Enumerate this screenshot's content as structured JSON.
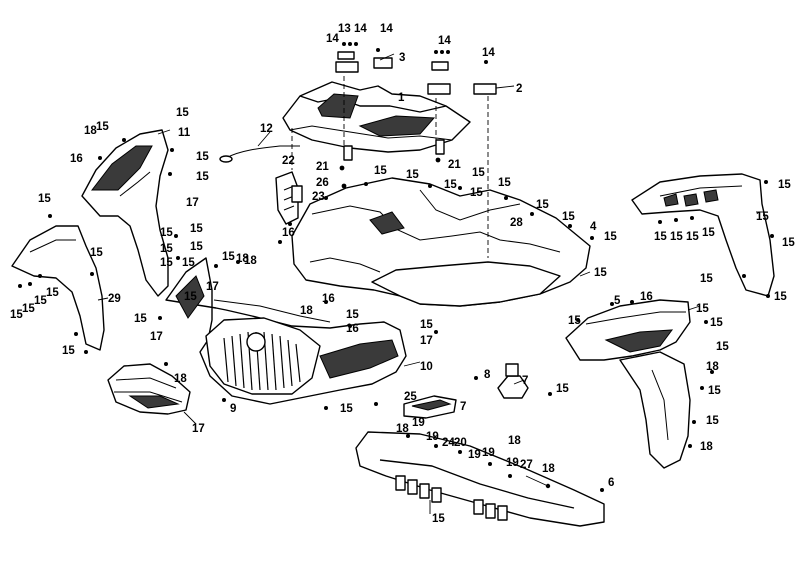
{
  "callouts": [
    {
      "id": "c1",
      "text": "14"
    },
    {
      "id": "c2",
      "text": "13"
    },
    {
      "id": "c3",
      "text": "14"
    },
    {
      "id": "c4",
      "text": "14"
    },
    {
      "id": "c5",
      "text": "3"
    },
    {
      "id": "c6",
      "text": "1"
    },
    {
      "id": "c7",
      "text": "14"
    },
    {
      "id": "c8",
      "text": "14"
    },
    {
      "id": "c9",
      "text": "2"
    },
    {
      "id": "c10",
      "text": "12"
    },
    {
      "id": "c11",
      "text": "22"
    },
    {
      "id": "c12",
      "text": "21"
    },
    {
      "id": "c13",
      "text": "26"
    },
    {
      "id": "c14",
      "text": "23"
    },
    {
      "id": "c15",
      "text": "16"
    },
    {
      "id": "c16",
      "text": "21"
    },
    {
      "id": "c17",
      "text": "15"
    },
    {
      "id": "c18",
      "text": "18"
    },
    {
      "id": "c19",
      "text": "15"
    },
    {
      "id": "c20",
      "text": "11"
    },
    {
      "id": "c21",
      "text": "16"
    },
    {
      "id": "c22",
      "text": "15"
    },
    {
      "id": "c23",
      "text": "15"
    },
    {
      "id": "c24",
      "text": "15"
    },
    {
      "id": "c25",
      "text": "15"
    },
    {
      "id": "c26",
      "text": "15"
    },
    {
      "id": "c27",
      "text": "15"
    },
    {
      "id": "c28",
      "text": "29"
    },
    {
      "id": "c29",
      "text": "15"
    },
    {
      "id": "c30",
      "text": "15"
    },
    {
      "id": "c31",
      "text": "15"
    },
    {
      "id": "c32",
      "text": "15"
    },
    {
      "id": "c33",
      "text": "15"
    },
    {
      "id": "c34",
      "text": "15"
    },
    {
      "id": "c35",
      "text": "15"
    },
    {
      "id": "c36",
      "text": "15"
    },
    {
      "id": "c37",
      "text": "17"
    },
    {
      "id": "c38",
      "text": "17"
    },
    {
      "id": "c39",
      "text": "18"
    },
    {
      "id": "c40",
      "text": "16"
    },
    {
      "id": "c41",
      "text": "18"
    },
    {
      "id": "c42",
      "text": "15"
    },
    {
      "id": "c43",
      "text": "16"
    },
    {
      "id": "c44",
      "text": "15"
    },
    {
      "id": "c45",
      "text": "17"
    },
    {
      "id": "c46",
      "text": "10"
    },
    {
      "id": "c47",
      "text": "18"
    },
    {
      "id": "c48",
      "text": "18"
    },
    {
      "id": "c49",
      "text": "9"
    },
    {
      "id": "c50",
      "text": "17"
    },
    {
      "id": "c51",
      "text": "15"
    },
    {
      "id": "c52",
      "text": "25"
    },
    {
      "id": "c53",
      "text": "7"
    },
    {
      "id": "c54",
      "text": "8"
    },
    {
      "id": "c55",
      "text": "7"
    },
    {
      "id": "c56",
      "text": "15"
    },
    {
      "id": "c57",
      "text": "15"
    },
    {
      "id": "c58",
      "text": "15"
    },
    {
      "id": "c59",
      "text": "15"
    },
    {
      "id": "c60",
      "text": "15"
    },
    {
      "id": "c61",
      "text": "15"
    },
    {
      "id": "c62",
      "text": "15"
    },
    {
      "id": "c63",
      "text": "15"
    },
    {
      "id": "c64",
      "text": "4"
    },
    {
      "id": "c65",
      "text": "15"
    },
    {
      "id": "c66",
      "text": "15"
    },
    {
      "id": "c67",
      "text": "15"
    },
    {
      "id": "c68",
      "text": "28"
    },
    {
      "id": "c69",
      "text": "15"
    },
    {
      "id": "c70",
      "text": "15"
    },
    {
      "id": "c71",
      "text": "15"
    },
    {
      "id": "c72",
      "text": "15"
    },
    {
      "id": "c73",
      "text": "15"
    },
    {
      "id": "c74",
      "text": "15"
    },
    {
      "id": "c75",
      "text": "15"
    },
    {
      "id": "c76",
      "text": "15"
    },
    {
      "id": "c77",
      "text": "15"
    },
    {
      "id": "c78",
      "text": "5"
    },
    {
      "id": "c79",
      "text": "15"
    },
    {
      "id": "c80",
      "text": "16"
    },
    {
      "id": "c81",
      "text": "15"
    },
    {
      "id": "c82",
      "text": "15"
    },
    {
      "id": "c83",
      "text": "15"
    },
    {
      "id": "c84",
      "text": "18"
    },
    {
      "id": "c85",
      "text": "15"
    },
    {
      "id": "c86",
      "text": "15"
    },
    {
      "id": "c87",
      "text": "18"
    },
    {
      "id": "c88",
      "text": "18"
    },
    {
      "id": "c89",
      "text": "19"
    },
    {
      "id": "c90",
      "text": "19"
    },
    {
      "id": "c91",
      "text": "24"
    },
    {
      "id": "c92",
      "text": "20"
    },
    {
      "id": "c93",
      "text": "18"
    },
    {
      "id": "c94",
      "text": "19"
    },
    {
      "id": "c95",
      "text": "19"
    },
    {
      "id": "c96",
      "text": "19"
    },
    {
      "id": "c97",
      "text": "27"
    },
    {
      "id": "c98",
      "text": "18"
    },
    {
      "id": "c99",
      "text": "6"
    },
    {
      "id": "c100",
      "text": "15"
    },
    {
      "id": "c101",
      "text": "15"
    },
    {
      "id": "c102",
      "text": "15"
    },
    {
      "id": "c103",
      "text": "15"
    },
    {
      "id": "c104",
      "text": "15"
    },
    {
      "id": "c105",
      "text": "17"
    }
  ]
}
